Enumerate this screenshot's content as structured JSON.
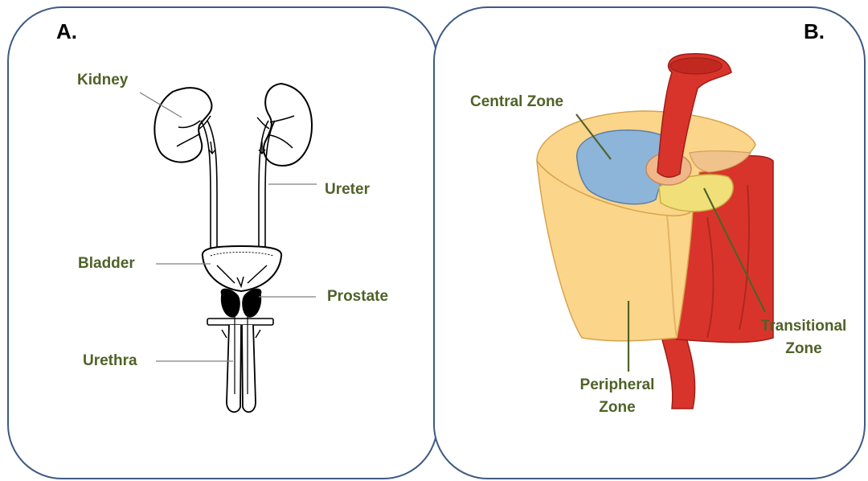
{
  "panel_a": {
    "letter": "A.",
    "labels": {
      "kidney": "Kidney",
      "ureter": "Ureter",
      "bladder": "Bladder",
      "prostate": "Prostate",
      "urethra": "Urethra"
    }
  },
  "panel_b": {
    "letter": "B.",
    "labels": {
      "central_zone": "Central Zone",
      "transitional_zone_line1": "Transitional",
      "transitional_zone_line2": "Zone",
      "peripheral_zone_line1": "Peripheral",
      "peripheral_zone_line2": "Zone"
    }
  },
  "colors": {
    "border": "#3e5a83",
    "label_text": "#4f6228",
    "central_zone": "#8db4d9",
    "peripheral_zone": "#fbd58a",
    "transitional_zone": "#f1e07a",
    "urethra_red": "#d9342b"
  }
}
